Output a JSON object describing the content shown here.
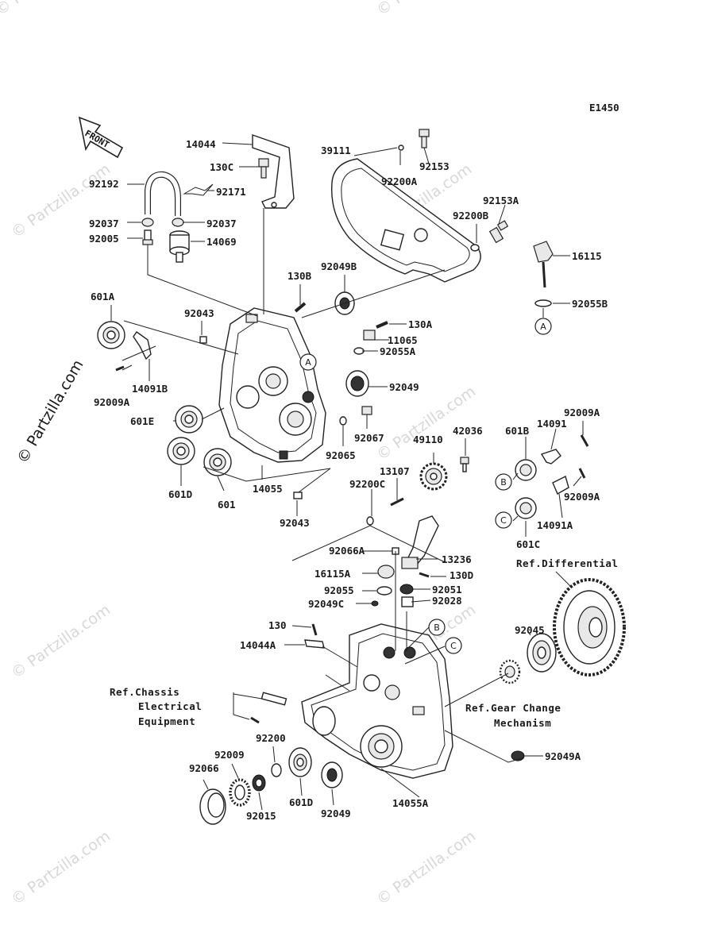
{
  "diagram_code": "E1450",
  "front_label": "FRONT",
  "copyright": "© Partzilla.com",
  "watermark": "© Partzilla.com",
  "callouts": {
    "a": "A",
    "b": "B",
    "c": "C"
  },
  "parts": {
    "p14044": "14044",
    "p130C": "130C",
    "p92171": "92171",
    "p92192": "92192",
    "p92037_l": "92037",
    "p92037_r": "92037",
    "p92005": "92005",
    "p14069": "14069",
    "p39111": "39111",
    "p92153": "92153",
    "p92200A": "92200A",
    "p92153A": "92153A",
    "p92200B": "92200B",
    "p16115": "16115",
    "p92055B": "92055B",
    "p130B": "130B",
    "p92049B": "92049B",
    "p601A": "601A",
    "p92043_t": "92043",
    "p130A": "130A",
    "p11065": "11065",
    "p92055A": "92055A",
    "p14091B": "14091B",
    "p92009A_l": "92009A",
    "p92049_t": "92049",
    "p601E": "601E",
    "p92067": "92067",
    "p92065": "92065",
    "p601D_t": "601D",
    "p601": "601",
    "p14055": "14055",
    "p92043_b": "92043",
    "p42036": "42036",
    "p49110": "49110",
    "p13107": "13107",
    "p92200C": "92200C",
    "p601B": "601B",
    "p14091": "14091",
    "p92009A_r1": "92009A",
    "p92009A_r2": "92009A",
    "p601C": "601C",
    "p14091A": "14091A",
    "p92066A": "92066A",
    "p13236": "13236",
    "p16115A": "16115A",
    "p130D": "130D",
    "p92055": "92055",
    "p92051": "92051",
    "p92049C": "92049C",
    "p92028": "92028",
    "p130": "130",
    "p14044A": "14044A",
    "p92045": "92045",
    "p92200": "92200",
    "p92009": "92009",
    "p92066": "92066",
    "p601D_b": "601D",
    "p92049_b": "92049",
    "p92015": "92015",
    "p14055A": "14055A",
    "p92049A": "92049A"
  },
  "references": {
    "differential": "Ref.Differential",
    "chassis_1": "Ref.Chassis",
    "chassis_2": "Electrical",
    "chassis_3": "Equipment",
    "gear_1": "Ref.Gear Change",
    "gear_2": "Mechanism"
  }
}
